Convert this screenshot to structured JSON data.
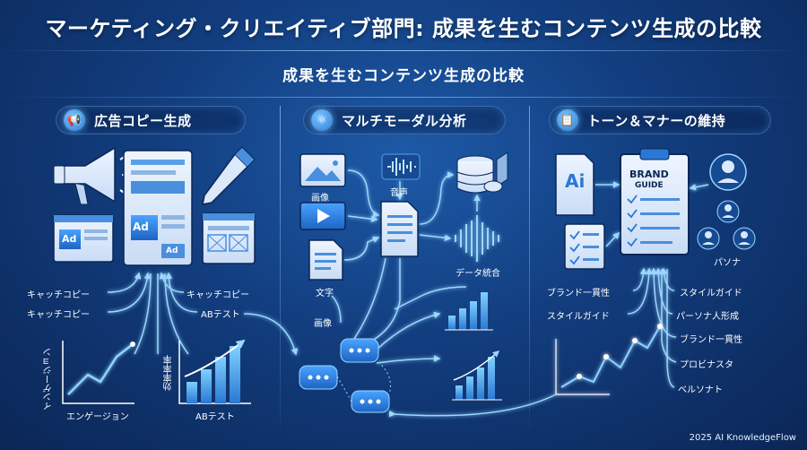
{
  "title": "マーケティング・クリエイティブ部門: 成果を生むコンテンツ生成の比較",
  "subtitle": "成果を生むコンテンツ生成の比較",
  "sections": [
    {
      "label": "広告コピー生成",
      "icon": "megaphone-icon",
      "icon_glyph": "📢"
    },
    {
      "label": "マルチモーダル分析",
      "icon": "atom-icon",
      "icon_glyph": "⚛"
    },
    {
      "label": "トーン＆マナーの維持",
      "icon": "clipboard-icon",
      "icon_glyph": "📋"
    }
  ],
  "ad_copy": {
    "ad_badge": "Ad",
    "labels": [
      "キャッチコピー",
      "キャッチコピー",
      "キャッチコピー",
      "ABテスト"
    ],
    "chart1_ylabel": "インゲージョン",
    "chart1_xlabel": "エンゲージョン",
    "chart2_ylabel": "効率率率",
    "chart2_xlabel": "ABテスト"
  },
  "multimodal": {
    "image_label": "画像",
    "audio_label": "音声",
    "text_label": "文字",
    "data_label": "データ統合",
    "image_label_2": "画像"
  },
  "tone": {
    "ai_badge": "Ai",
    "brand_guide": [
      "BRAND",
      "GUIDE"
    ],
    "persona_label": "パソナ",
    "left_labels": [
      "ブランド一貫性",
      "スタイルガイド"
    ],
    "right_labels": [
      "スタイルガイド",
      "パーソナ人形成",
      "ブランド一貫性",
      "プロビナスタ",
      "ベルソナト"
    ]
  },
  "footer": "2025 AI KnowledgeFlow",
  "colors": {
    "accent": "#59b8ff",
    "glow": "#8fd3ff",
    "panel": "#dbe9fb",
    "dark": "#0b2656"
  }
}
